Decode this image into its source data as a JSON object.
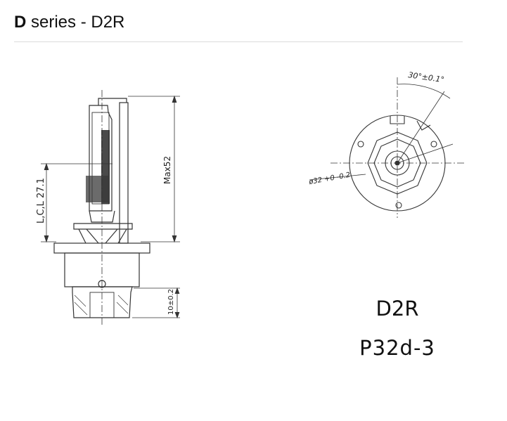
{
  "header": {
    "series_bold": "D",
    "title_rest": " series - D2R"
  },
  "drawing": {
    "max_height_label": "Max52",
    "lcl_label": "L,C,L 27.1",
    "base_height_label": "10±0.2",
    "angle_label": "30°±0.1°",
    "diameter_label": "ø32 +0 -0.2"
  },
  "model": "D2R",
  "base_type": "P32d-3"
}
